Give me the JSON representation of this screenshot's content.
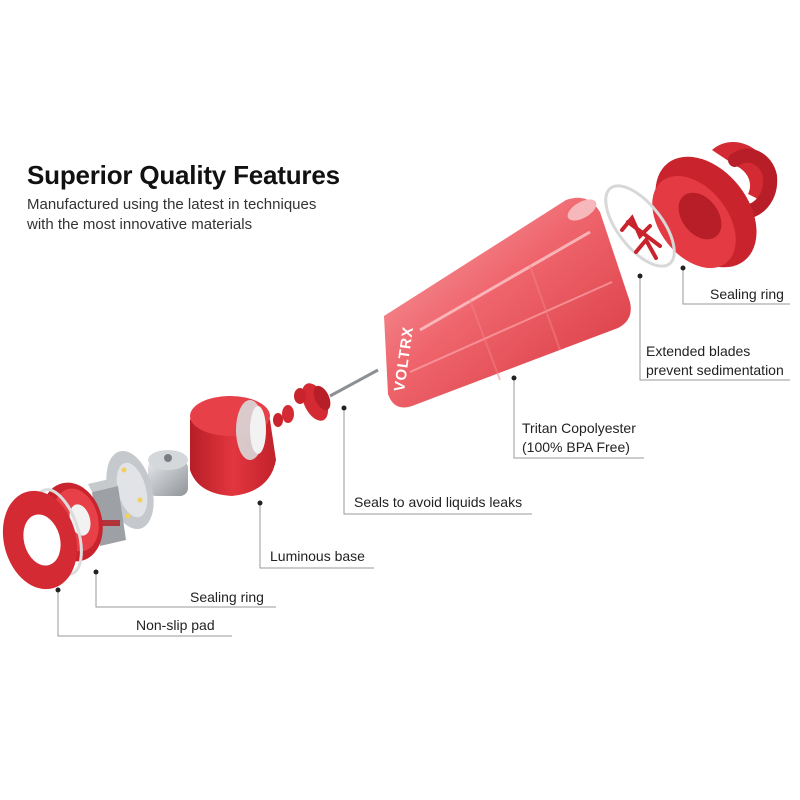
{
  "heading": {
    "title": "Superior Quality Features",
    "subtitle_line1": "Manufactured using the latest in techniques",
    "subtitle_line2": "with the most innovative materials"
  },
  "brand_mark": "VOLTRX",
  "colors": {
    "accent_red": "#d42a33",
    "dark_red": "#a81a22",
    "metal": "#b9bcc0",
    "leader_line": "#9a9a9a",
    "text": "#222222"
  },
  "callouts": {
    "sealing_ring_top": "Sealing ring",
    "extended_blades_line1": "Extended blades",
    "extended_blades_line2": "prevent sedimentation",
    "tritan_line1": "Tritan Copolyester",
    "tritan_line2": "(100% BPA Free)",
    "seals": "Seals to avoid liquids leaks",
    "luminous_base": "Luminous base",
    "sealing_ring_bottom": "Sealing ring",
    "non_slip_pad": "Non-slip pad"
  }
}
